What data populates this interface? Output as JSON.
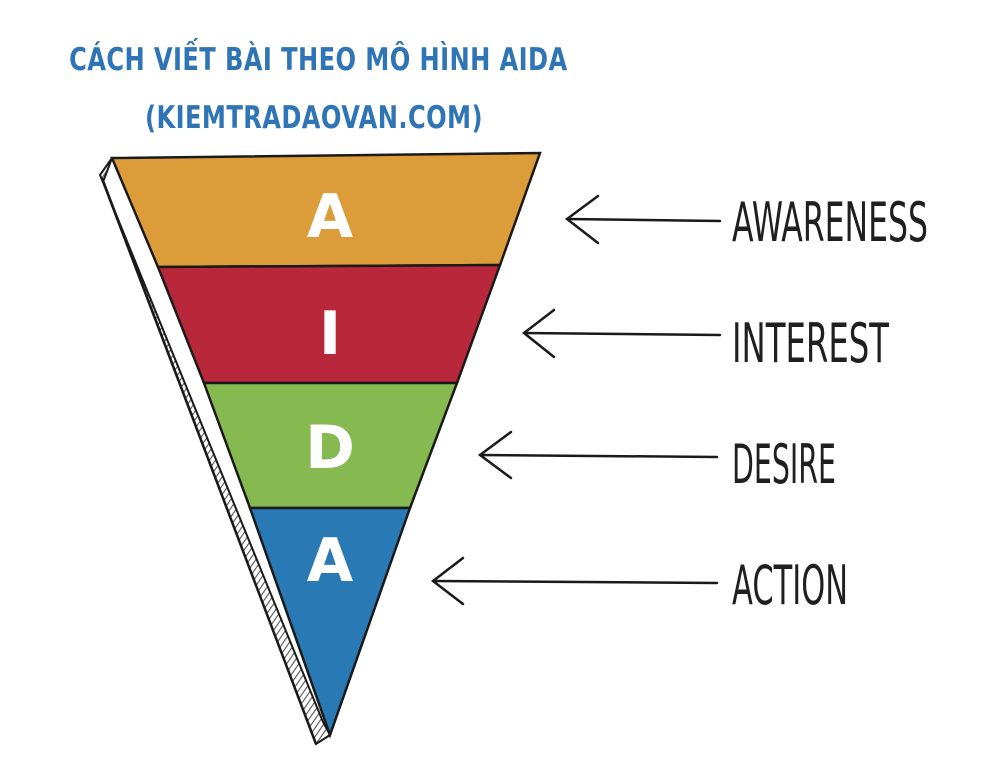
{
  "title": {
    "line1": "CÁCH VIẾT BÀI THEO MÔ HÌNH AIDA",
    "line2": "(KIEMTRADAOVAN.COM)"
  },
  "stages": [
    {
      "letter": "A",
      "label": "AWARENESS",
      "color": "#dd9c3a"
    },
    {
      "letter": "I",
      "label": "INTEREST",
      "color": "#b8273a"
    },
    {
      "letter": "D",
      "label": "DESIRE",
      "color": "#86b950"
    },
    {
      "letter": "A",
      "label": "ACTION",
      "color": "#2979b5"
    }
  ],
  "colors": {
    "title": "#2f74b5",
    "outline": "#1a1a1a",
    "shadow": "#6b6b6b"
  }
}
